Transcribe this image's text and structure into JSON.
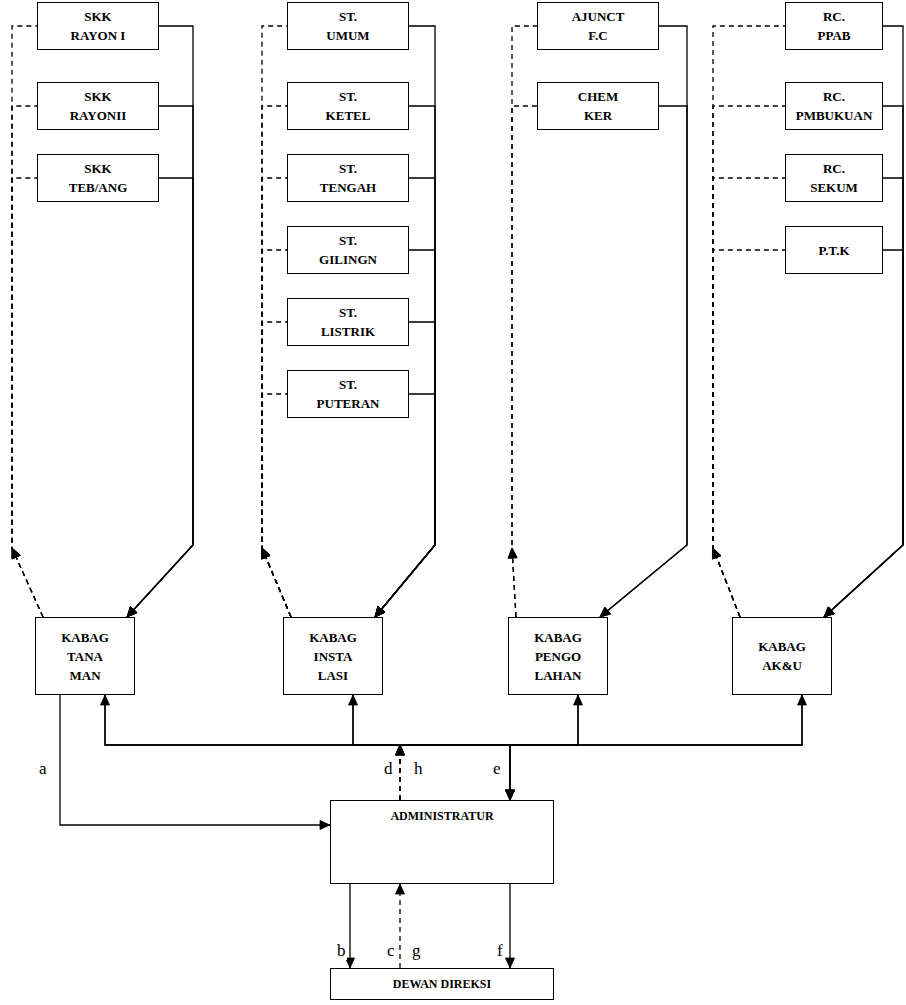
{
  "diagram": {
    "nodes": [
      {
        "text": [
          "SKK RAYON I"
        ]
      },
      {
        "text": [
          "SKK RAYONII"
        ]
      },
      {
        "text": [
          "SKK TEB/ANG"
        ]
      },
      {
        "text": [
          "ST. UMUM"
        ]
      },
      {
        "text": [
          "ST. KETEL"
        ]
      },
      {
        "text": [
          "ST. TENGAH"
        ]
      },
      {
        "text": [
          "ST. GILINGN"
        ]
      },
      {
        "text": [
          "ST. LISTRIK"
        ]
      },
      {
        "text": [
          "ST. PUTERAN"
        ]
      },
      {
        "text": [
          "AJUNCT F.C"
        ]
      },
      {
        "text": [
          "CHEM KER"
        ]
      },
      {
        "text": [
          "RC. PPAB"
        ]
      },
      {
        "text": [
          "RC. PMBUKUAN"
        ]
      },
      {
        "text": [
          "RC. SEKUM"
        ]
      },
      {
        "text": [
          "P.T.K"
        ]
      },
      {
        "text": [
          "KABAG TANA MAN"
        ]
      },
      {
        "text": [
          "KABAG INSTA LASI"
        ]
      },
      {
        "text": [
          "KABAG PENGO LAHAN"
        ]
      },
      {
        "text": [
          "KABAG AK&U"
        ]
      },
      {
        "text": [
          "ADMINISTRATUR"
        ]
      },
      {
        "text": [
          "DEWAN DIREKSI"
        ]
      }
    ],
    "edges": [
      {
        "from": 0,
        "to": 15,
        "arrow": "to"
      },
      {
        "from": 1,
        "to": 15,
        "arrow": "to"
      },
      {
        "from": 2,
        "to": 15,
        "arrow": "to"
      },
      {
        "from": 3,
        "to": 16,
        "arrow": "to"
      },
      {
        "from": 4,
        "to": 16,
        "arrow": "to"
      },
      {
        "from": 5,
        "to": 16,
        "arrow": "to"
      },
      {
        "from": 6,
        "to": 16,
        "arrow": "to"
      },
      {
        "from": 7,
        "to": 16,
        "arrow": "to"
      },
      {
        "from": 8,
        "to": 16,
        "arrow": "to"
      },
      {
        "from": 9,
        "to": 17,
        "arrow": "to"
      },
      {
        "from": 10,
        "to": 17,
        "arrow": "to"
      },
      {
        "from": 11,
        "to": 18,
        "arrow": "to"
      },
      {
        "from": 12,
        "to": 18,
        "arrow": "to"
      },
      {
        "from": 13,
        "to": 18,
        "arrow": "to"
      },
      {
        "from": 14,
        "to": 18,
        "arrow": "to"
      },
      {
        "from": 15,
        "to": 0,
        "arrow": "to"
      },
      {
        "from": 15,
        "to": 1,
        "arrow": "to"
      },
      {
        "from": 15,
        "to": 2,
        "arrow": "to"
      },
      {
        "from": 16,
        "to": 3,
        "arrow": "to"
      },
      {
        "from": 16,
        "to": 4,
        "arrow": "to"
      },
      {
        "from": 16,
        "to": 5,
        "arrow": "to"
      },
      {
        "from": 16,
        "to": 6,
        "arrow": "to"
      },
      {
        "from": 16,
        "to": 7,
        "arrow": "to"
      },
      {
        "from": 16,
        "to": 8,
        "arrow": "to"
      },
      {
        "from": 17,
        "to": 9,
        "arrow": "to"
      },
      {
        "from": 17,
        "to": 10,
        "arrow": "to"
      },
      {
        "from": 18,
        "to": 11,
        "arrow": "to"
      },
      {
        "from": 18,
        "to": 12,
        "arrow": "to"
      },
      {
        "from": 18,
        "to": 13,
        "arrow": "to"
      },
      {
        "from": 18,
        "to": 14,
        "arrow": "to"
      },
      {
        "from": 15,
        "to": 19,
        "label": "a",
        "arrow": "to"
      },
      {
        "from": 19,
        "to": 15,
        "label": "d",
        "arrow": "to"
      },
      {
        "from": 19,
        "to": 16,
        "arrow": "to"
      },
      {
        "from": 19,
        "to": 17,
        "arrow": "to"
      },
      {
        "from": 19,
        "to": 18,
        "arrow": "to"
      },
      {
        "from": 15,
        "to": 19,
        "label": "e",
        "arrow": "to"
      },
      {
        "from": 16,
        "to": 19,
        "arrow": "to"
      },
      {
        "from": 17,
        "to": 19,
        "arrow": "to"
      },
      {
        "from": 18,
        "to": 19,
        "arrow": "to"
      },
      {
        "from": 19,
        "to": 20,
        "label": "b",
        "arrow": "to"
      },
      {
        "from": 20,
        "to": 19,
        "label": "c",
        "arrow": "to"
      },
      {
        "from": 19,
        "to": 20,
        "label": "f",
        "arrow": "to"
      }
    ],
    "labels": [
      "h",
      "g"
    ]
  }
}
